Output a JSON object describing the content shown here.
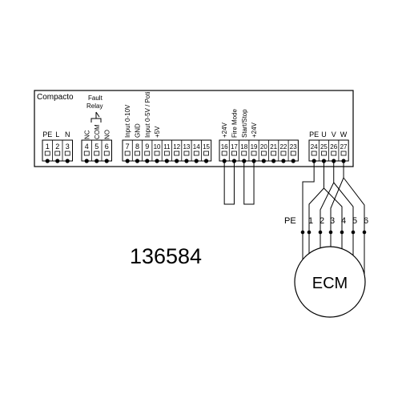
{
  "controller": {
    "name": "Compacto",
    "fault_relay_label": [
      "Fault",
      "Relay"
    ],
    "groups": [
      {
        "id": "mains",
        "header": [
          "PE",
          "L",
          "N"
        ],
        "numbers": [
          "1",
          "2",
          "3"
        ]
      },
      {
        "id": "relay",
        "header": [
          "NC",
          "COM",
          "NO"
        ],
        "numbers": [
          "4",
          "5",
          "6"
        ]
      },
      {
        "id": "control",
        "header": [
          "Input 0-10V",
          "GND",
          "Input 0-5V / Poti",
          "+5V",
          "",
          "",
          "",
          "",
          ""
        ],
        "numbers": [
          "7",
          "8",
          "9",
          "10",
          "11",
          "12",
          "13",
          "14",
          "15"
        ]
      },
      {
        "id": "aux",
        "header": [
          "+24V",
          "Fire Mode",
          "Start/Stop",
          "+24V",
          "",
          "",
          "",
          ""
        ],
        "numbers": [
          "16",
          "17",
          "18",
          "19",
          "20",
          "21",
          "22",
          "23"
        ]
      },
      {
        "id": "motor",
        "header": [
          "PE",
          "U",
          "V",
          "W"
        ],
        "numbers": [
          "24",
          "25",
          "26",
          "27"
        ]
      }
    ]
  },
  "motor": {
    "label": "ECM",
    "terminal_labels": [
      "PE",
      "1",
      "2",
      "3",
      "4",
      "5",
      "6"
    ]
  },
  "part_number": "136584"
}
